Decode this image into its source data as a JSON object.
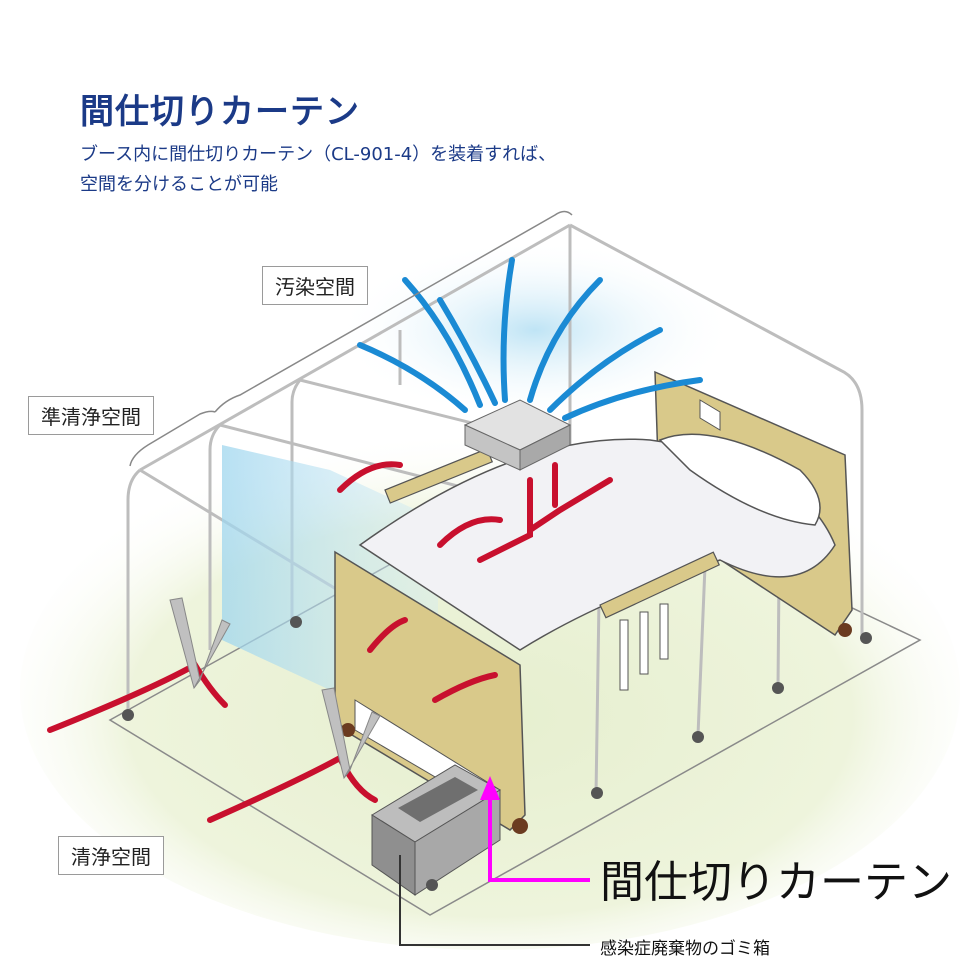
{
  "heading": {
    "title": "間仕切りカーテン",
    "desc_line1": "ブース内に間仕切りカーテン（CL-901-4）を装着すれば、",
    "desc_line2": "空間を分けることが可能"
  },
  "zones": {
    "contaminated": "汚染空間",
    "semi_clean": "準清浄空間",
    "clean": "清浄空間"
  },
  "callouts": {
    "partition_curtain": "間仕切りカーテン",
    "waste_bin": "感染症廃棄物のゴミ箱"
  },
  "colors": {
    "title_blue": "#1b3a87",
    "airflow_red": "#c8102e",
    "fan_blue": "#1a8ad4",
    "callout_magenta": "#ff00ff",
    "bed_tan": "#d9c98a"
  }
}
